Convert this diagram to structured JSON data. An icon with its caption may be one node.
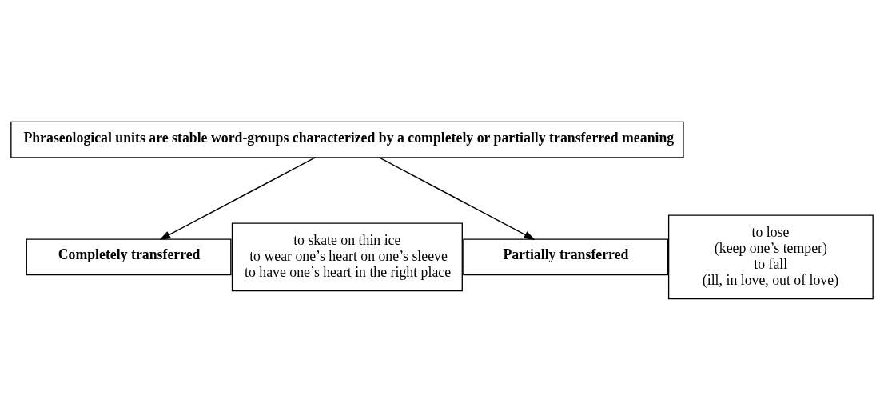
{
  "diagram": {
    "nodes": [
      {
        "text": [
          "Phraseological units are stable word-groups characterized by a completely or partially transferred meaning"
        ]
      },
      {
        "text": [
          "Completely transferred"
        ]
      },
      {
        "text": [
          "Partially transferred"
        ]
      },
      {
        "text": [
          "to skate on thin ice",
          "to wear one’s heart on one’s sleeve",
          "to have one’s heart in the right place"
        ]
      },
      {
        "text": [
          "to lose",
          "(keep one’s temper)",
          "to fall",
          "(ill, in love, out of love)"
        ]
      }
    ],
    "edges": [
      {
        "from": 0,
        "to": 1,
        "arrow": "to"
      },
      {
        "from": 0,
        "to": 2,
        "arrow": "to"
      }
    ]
  }
}
